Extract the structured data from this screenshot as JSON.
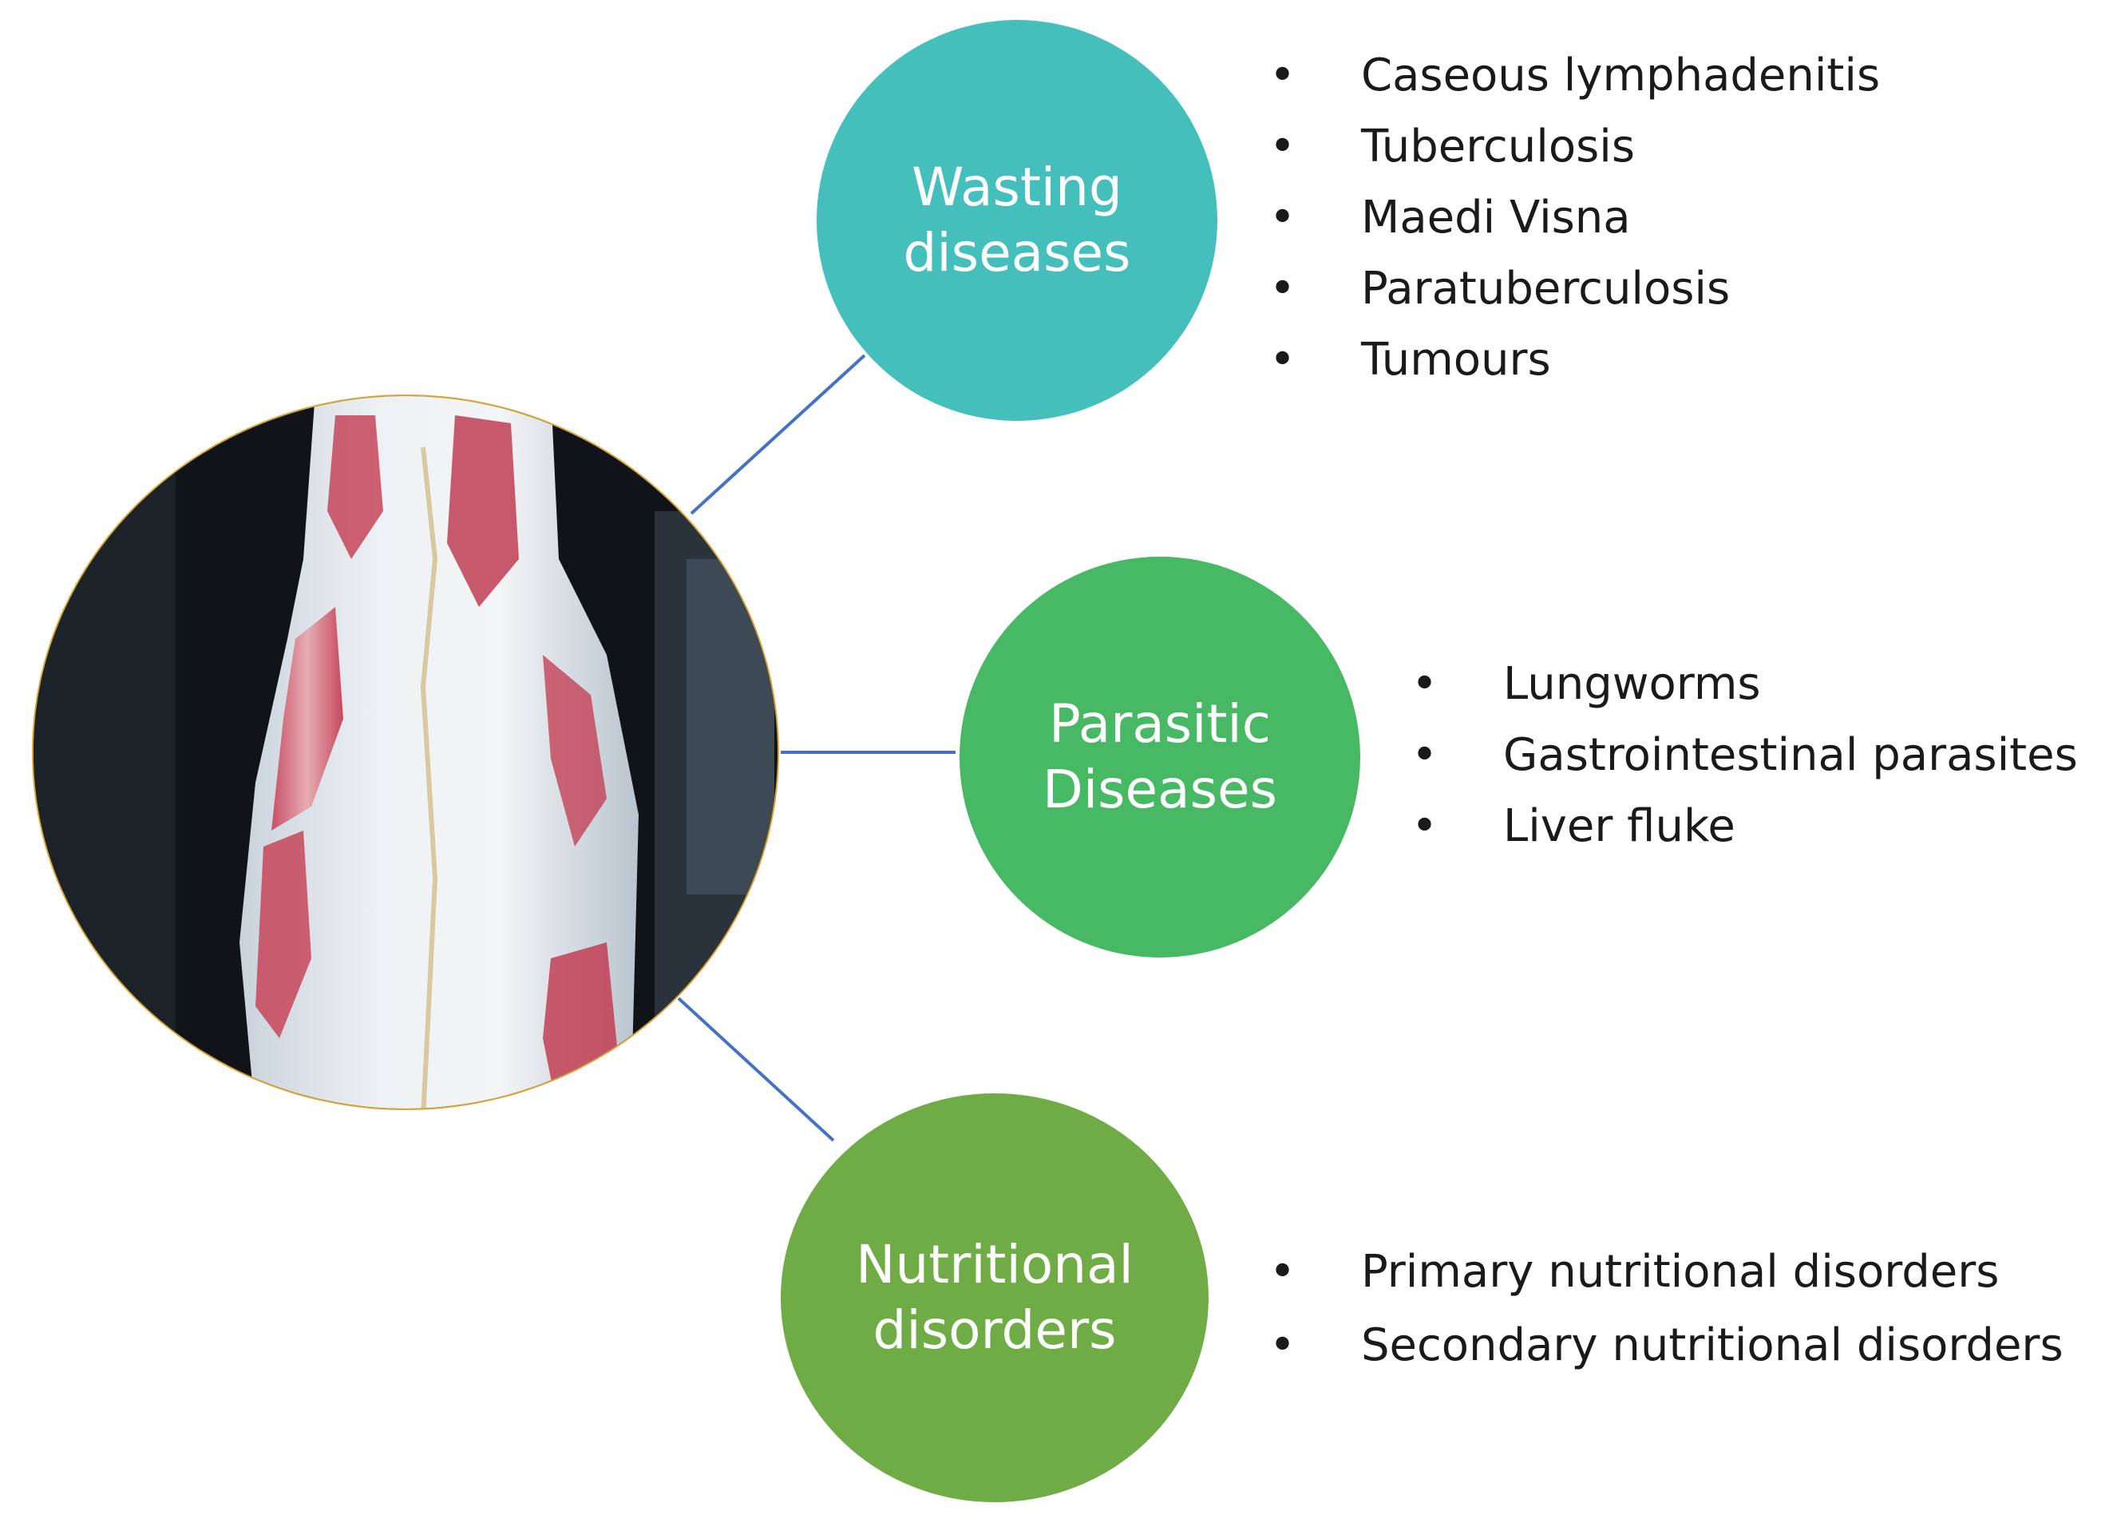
{
  "diagram": {
    "center_image": {
      "description_icon": "carcass-photo"
    },
    "nodes": [
      {
        "id": "wasting",
        "label": "Wasting\ndiseases",
        "color": "#45bfbb",
        "items": [
          "Caseous lymphadenitis",
          "Tuberculosis",
          "Maedi Visna",
          "Paratuberculosis",
          "Tumours"
        ]
      },
      {
        "id": "parasitic",
        "label": "Parasitic\nDiseases",
        "color": "#47b863",
        "items": [
          "Lungworms",
          "Gastrointestinal parasites",
          "Liver fluke"
        ]
      },
      {
        "id": "nutritional",
        "label": "Nutritional\ndisorders",
        "color": "#70ac45",
        "items": [
          "Primary nutritional disorders",
          "Secondary nutritional disorders"
        ]
      }
    ],
    "colors": {
      "connector": "#4472c4",
      "photo_frame": "#d9a330"
    }
  }
}
